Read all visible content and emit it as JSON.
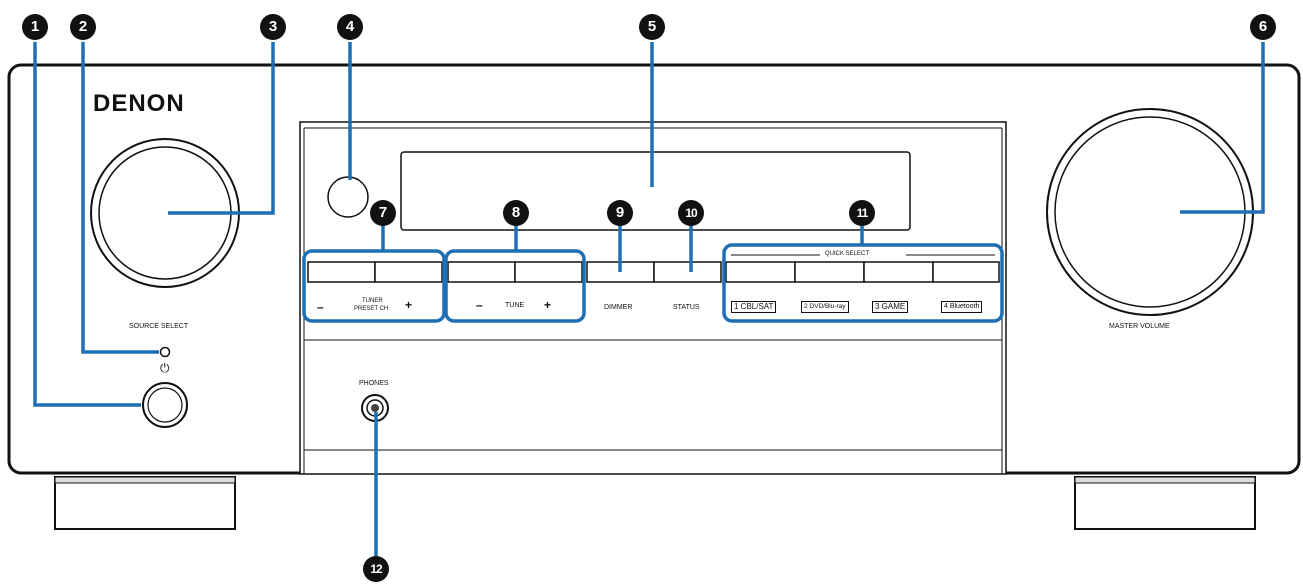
{
  "brand": "DENON",
  "labels": {
    "source_select": "SOURCE SELECT",
    "master_volume": "MASTER VOLUME",
    "phones": "PHONES",
    "tuner_line1": "TUNER",
    "tuner_line2": "PRESET CH",
    "tune": "TUNE",
    "minus": "–",
    "plus": "+",
    "dimmer": "DIMMER",
    "status": "STATUS",
    "quick_select": "QUICK SELECT",
    "power_symbol": "⏻"
  },
  "quick_select": [
    "1 CBL/SAT",
    "2 DVD/Blu-ray",
    "3 GAME",
    "4 Bluetooth"
  ],
  "callouts": [
    "1",
    "2",
    "3",
    "4",
    "5",
    "6",
    "7",
    "8",
    "9",
    "10",
    "11",
    "12"
  ],
  "colors": {
    "callout_line": "#1f6fb5",
    "callout_fill": "#111111",
    "outline": "#111111"
  }
}
